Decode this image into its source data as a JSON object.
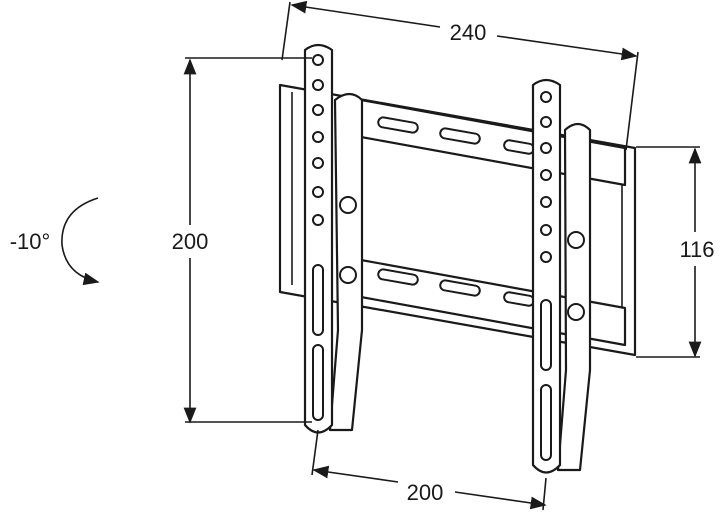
{
  "dimensions": {
    "width_top": "240",
    "height_left": "200",
    "height_right": "116",
    "width_bottom": "200",
    "tilt": "-10°"
  },
  "colors": {
    "line": "#1a1a1a",
    "background": "#ffffff"
  }
}
